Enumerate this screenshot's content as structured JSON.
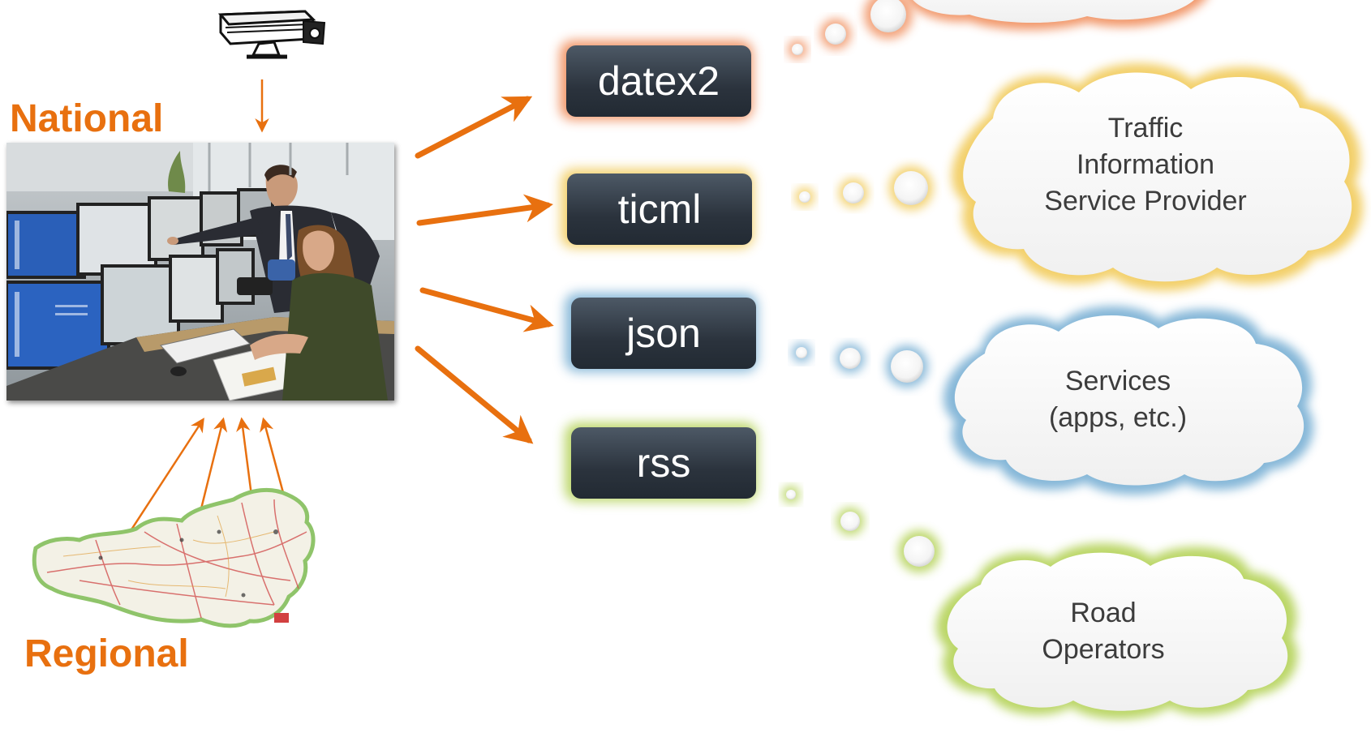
{
  "labels": {
    "national": "National",
    "regional": "Regional"
  },
  "formats": [
    {
      "id": "datex2",
      "label": "datex2",
      "glow": "#f08c5a"
    },
    {
      "id": "ticml",
      "label": "ticml",
      "glow": "#f2cd62"
    },
    {
      "id": "json",
      "label": "json",
      "glow": "#7fb3d6"
    },
    {
      "id": "rss",
      "label": "rss",
      "glow": "#b7d45f"
    }
  ],
  "clouds": {
    "provider": {
      "lines": [
        "Traffic",
        "Information",
        "Service Provider"
      ],
      "glow": "#f2cd62"
    },
    "services": {
      "lines": [
        "Services",
        "(apps, etc.)"
      ],
      "glow": "#7fb3d6"
    },
    "operators": {
      "lines": [
        "Road",
        "Operators"
      ],
      "glow": "#b7d45f"
    },
    "top": {
      "glow": "#f08c5a"
    }
  },
  "colors": {
    "accent": "#e8700f",
    "box": "#2f3843"
  },
  "icons": {
    "camera": "surveillance-camera-icon",
    "photo": "traffic-control-room-photo",
    "map": "austria-road-map"
  }
}
